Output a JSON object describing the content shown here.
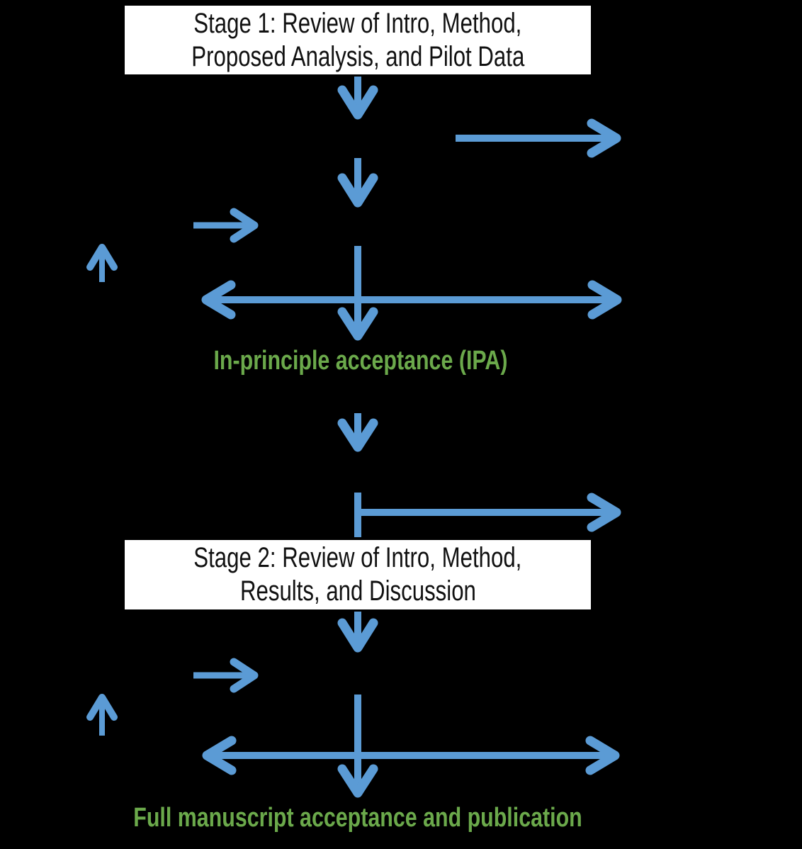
{
  "colors": {
    "background": "#000000",
    "arrow_blue": "#5B9BD5",
    "accept_green": "#6BA94B",
    "box_background": "#FFFFFF",
    "box_text": "#111111"
  },
  "boxes": {
    "stage1": {
      "lines": [
        "Stage 1: Review of Intro, Method,",
        "Proposed Analysis, and Pilot Data"
      ]
    },
    "stage2": {
      "lines": [
        "Stage 2: Review of Intro, Method,",
        "Results, and Discussion"
      ]
    }
  },
  "labels": {
    "ipa": "In-principle acceptance (IPA)",
    "full_acceptance": "Full manuscript acceptance and publication"
  },
  "arrows": [
    {
      "name": "down-arrow-below-stage1-box",
      "direction": "down"
    },
    {
      "name": "right-arrow-upper",
      "direction": "right"
    },
    {
      "name": "down-arrow-top-2",
      "direction": "down"
    },
    {
      "name": "small-right-arrow-stage1",
      "direction": "right"
    },
    {
      "name": "up-arrow-stage1",
      "direction": "up"
    },
    {
      "name": "down-arrow-through-junction-stage1",
      "direction": "down"
    },
    {
      "name": "double-headed-arrow-stage1",
      "direction": "left-right"
    },
    {
      "name": "down-arrow-below-ipa",
      "direction": "down"
    },
    {
      "name": "elbow-right-arrow-mid",
      "direction": "right"
    },
    {
      "name": "down-arrow-below-stage2-box",
      "direction": "down"
    },
    {
      "name": "small-right-arrow-stage2",
      "direction": "right"
    },
    {
      "name": "up-arrow-stage2",
      "direction": "up"
    },
    {
      "name": "down-arrow-through-junction-stage2",
      "direction": "down"
    },
    {
      "name": "double-headed-arrow-stage2",
      "direction": "left-right"
    }
  ]
}
